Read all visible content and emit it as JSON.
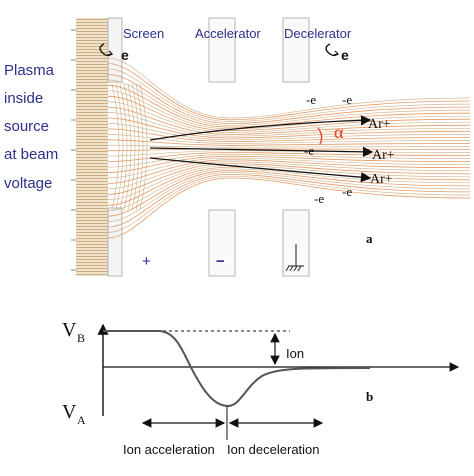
{
  "electrodes": {
    "screen": "Screen",
    "accelerator": "Accelerator",
    "decelerator": "Decelerator"
  },
  "plasma_label": [
    "Plasma",
    "inside",
    "source",
    "at beam",
    "voltage"
  ],
  "electron_symbol": "e",
  "electron_labels": [
    "-e",
    "-e",
    "-e",
    "-e",
    "-e"
  ],
  "ion_labels": [
    "Ar+",
    "Ar+",
    "Ar+"
  ],
  "angle_symbol": "α",
  "polarity": {
    "plus": "+",
    "minus": "−"
  },
  "panel_a_label": "a",
  "panel_b_label": "b",
  "potential": {
    "vb_main": "V",
    "vb_sub": "B",
    "va_main": "V",
    "va_sub": "A",
    "ion_label": "Ion",
    "ion_acceleration": "Ion acceleration",
    "ion_deceleration": "Ion deceleration"
  },
  "colors": {
    "plasma": "#c9b48a",
    "beam": "#e08a4a",
    "electrode": "#c8c8c8",
    "label_blue": "#2b2f8a",
    "alpha": "#e0401a"
  }
}
